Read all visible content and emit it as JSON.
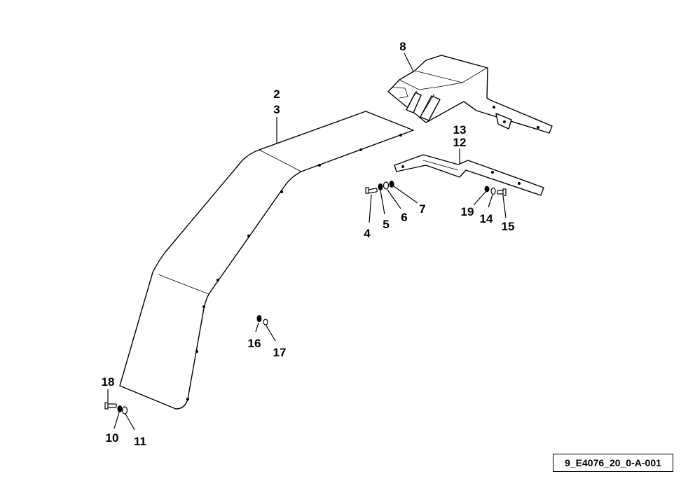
{
  "callouts": {
    "c2": "2",
    "c3": "3",
    "c4": "4",
    "c5": "5",
    "c6": "6",
    "c7": "7",
    "c8": "8",
    "c10": "10",
    "c11": "11",
    "c12": "12",
    "c13": "13",
    "c14": "14",
    "c15": "15",
    "c16": "16",
    "c17": "17",
    "c18": "18",
    "c19": "19"
  },
  "reference_code": "9_E4076_20_0-A-001"
}
